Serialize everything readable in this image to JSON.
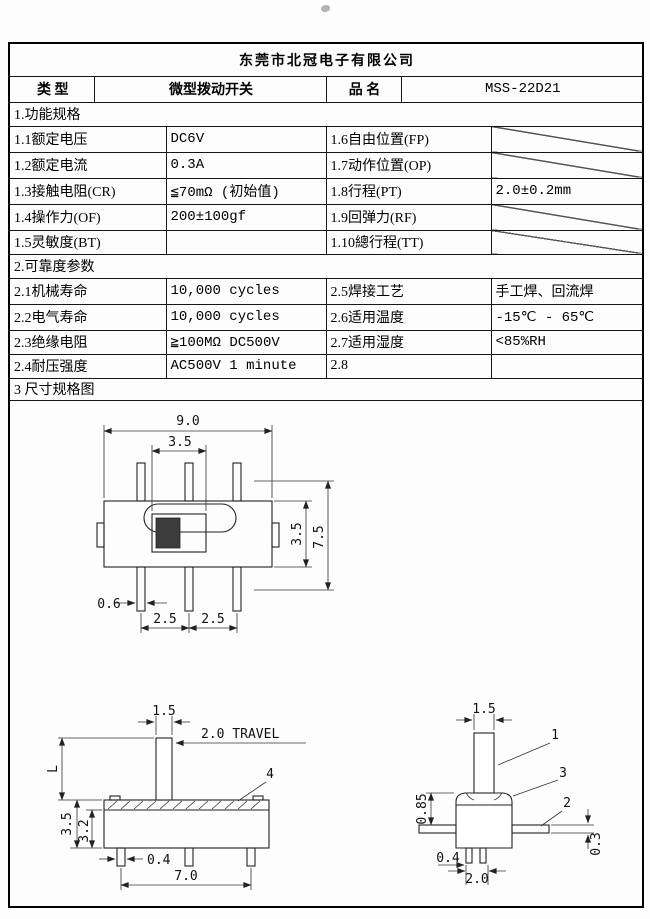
{
  "title": "东莞市北冠电子有限公司",
  "header": {
    "type_label": "类 型",
    "type_value": "微型拨动开关",
    "product_label": "品 名",
    "product_value": "MSS-22D21"
  },
  "functional": {
    "title": "1.功能规格",
    "rows": [
      {
        "l1": "1.1额定电压",
        "v1": "DC6V",
        "l2": "1.6自由位置(FP)",
        "v2": "",
        "na": true
      },
      {
        "l1": "1.2额定电流",
        "v1": "0.3A",
        "l2": "1.7动作位置(OP)",
        "v2": "",
        "na": true
      },
      {
        "l1": "1.3接触电阻(CR)",
        "v1": "≦70mΩ (初始值)",
        "l2": "1.8行程(PT)",
        "v2": "2.0±0.2mm",
        "na": false
      },
      {
        "l1": "1.4操作力(OF)",
        "v1": "200±100gf",
        "l2": "1.9回弹力(RF)",
        "v2": "",
        "na": true
      },
      {
        "l1": "1.5灵敏度(BT)",
        "v1": "",
        "l2": "1.10總行程(TT)",
        "v2": "",
        "na": true
      }
    ]
  },
  "reliability": {
    "title": "2.可靠度参数",
    "rows": [
      {
        "l1": "2.1机械寿命",
        "v1": "10,000 cycles",
        "l2": "2.5焊接工艺",
        "v2": "手工焊、回流焊"
      },
      {
        "l1": "2.2电气寿命",
        "v1": "10,000 cycles",
        "l2": "2.6适用温度",
        "v2": "-15℃ - 65℃"
      },
      {
        "l1": "2.3绝缘电阻",
        "v1": "≧100MΩ DC500V",
        "l2": "2.7适用湿度",
        "v2": "<85%RH"
      },
      {
        "l1": "2.4耐压强度",
        "v1": "AC500V 1 minute",
        "l2": "2.8",
        "v2": ""
      }
    ]
  },
  "dim_section": {
    "title": "3 尺寸规格图"
  },
  "drawing": {
    "top_view": {
      "width": "9.0",
      "knob_width": "3.5",
      "body_height": "3.5",
      "overall_height": "7.5",
      "pin_width": "0.6",
      "pitch_left": "2.5",
      "pitch_right": "2.5"
    },
    "side_view": {
      "lever_width": "1.5",
      "travel": "2.0 TRAVEL",
      "lever_height": "L",
      "body_height": "3.5",
      "inner_height": "3.2",
      "pin_width": "0.4",
      "pin_span": "7.0",
      "callout": "4"
    },
    "front_view": {
      "lever_width": "1.5",
      "step_height": "0.85",
      "pin_width": "0.4",
      "pin_span": "2.0",
      "tab_thickness": "0.3",
      "callout_lever": "1",
      "callout_body": "3",
      "callout_tab": "2"
    }
  }
}
